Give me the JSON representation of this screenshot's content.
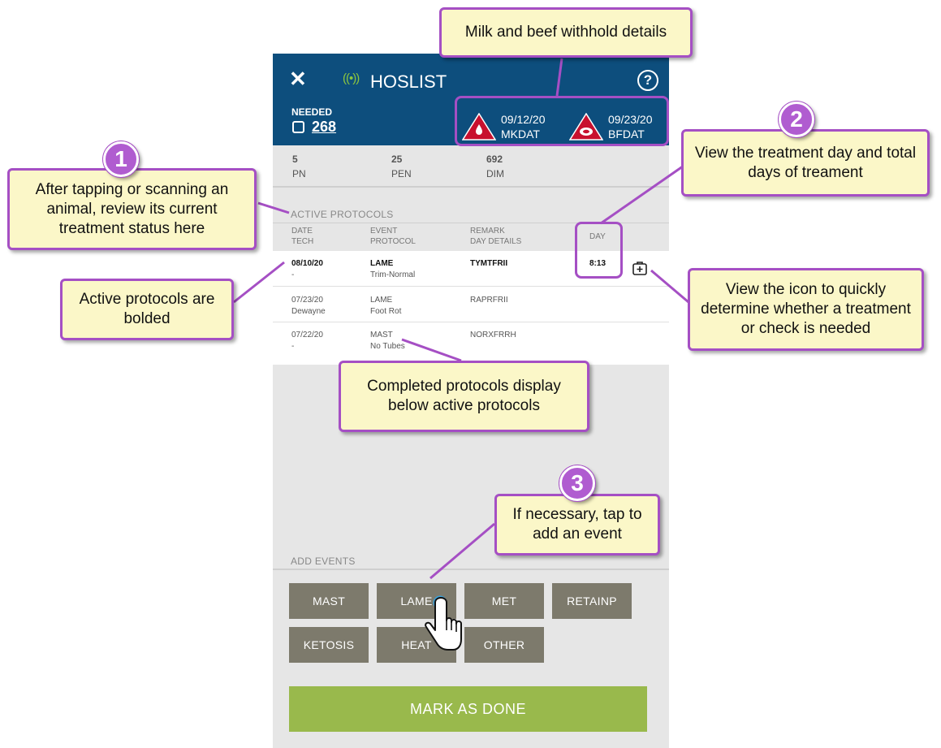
{
  "header": {
    "title": "HOSLIST",
    "close_glyph": "✕",
    "help_glyph": "?",
    "rfid_glyph": "((•))",
    "needed_label": "NEEDED",
    "needed_count": "268"
  },
  "withhold": {
    "milk": {
      "date": "09/12/20",
      "code": "MKDAT"
    },
    "beef": {
      "date": "09/23/20",
      "code": "BFDAT"
    },
    "alert_color": "#c8102e"
  },
  "stats": [
    {
      "value": "5",
      "label": "PN"
    },
    {
      "value": "25",
      "label": "PEN"
    },
    {
      "value": "692",
      "label": "DIM"
    }
  ],
  "active_protocols": {
    "section_label": "ACTIVE PROTOCOLS",
    "columns": [
      {
        "line1": "DATE",
        "line2": "TECH"
      },
      {
        "line1": "EVENT",
        "line2": "PROTOCOL"
      },
      {
        "line1": "REMARK",
        "line2": "DAY DETAILS"
      },
      {
        "line1": "DAY",
        "line2": ""
      }
    ],
    "rows": [
      {
        "date": "08/10/20",
        "tech": "-",
        "event": "LAME",
        "protocol": "Trim-Normal",
        "remark": "TYMTFRII",
        "day": "8:13",
        "active": true
      },
      {
        "date": "07/23/20",
        "tech": "Dewayne",
        "event": "LAME",
        "protocol": "Foot Rot",
        "remark": "RAPRFRII",
        "day": "",
        "active": false
      },
      {
        "date": "07/22/20",
        "tech": "-",
        "event": "MAST",
        "protocol": "No Tubes",
        "remark": "NORXFRRH",
        "day": "",
        "active": false
      }
    ]
  },
  "add_events": {
    "section_label": "ADD EVENTS",
    "buttons": [
      "MAST",
      "LAME",
      "MET",
      "RETAINP",
      "KETOSIS",
      "HEAT",
      "OTHER"
    ]
  },
  "mark_done_label": "MARK AS DONE",
  "callouts": {
    "withhold": "Milk and beef withhold details",
    "c1": "After tapping or scanning an animal, review its current treatment status here",
    "bolded": "Active protocols are bolded",
    "c2": "View the treatment day and total days of treament",
    "icon": "View the icon to quickly determine whether a treatment or check is needed",
    "completed": "Completed protocols display below active protocols",
    "c3": "If necessary, tap to add an event",
    "badge1": "1",
    "badge2": "2",
    "badge3": "3"
  },
  "colors": {
    "header_bg": "#0d4e7d",
    "rfid": "#8cc63f",
    "event_button": "#7d7a6c",
    "done_button": "#99b94c",
    "callout_bg": "#fbf7c8",
    "callout_border": "#a54fc4"
  }
}
